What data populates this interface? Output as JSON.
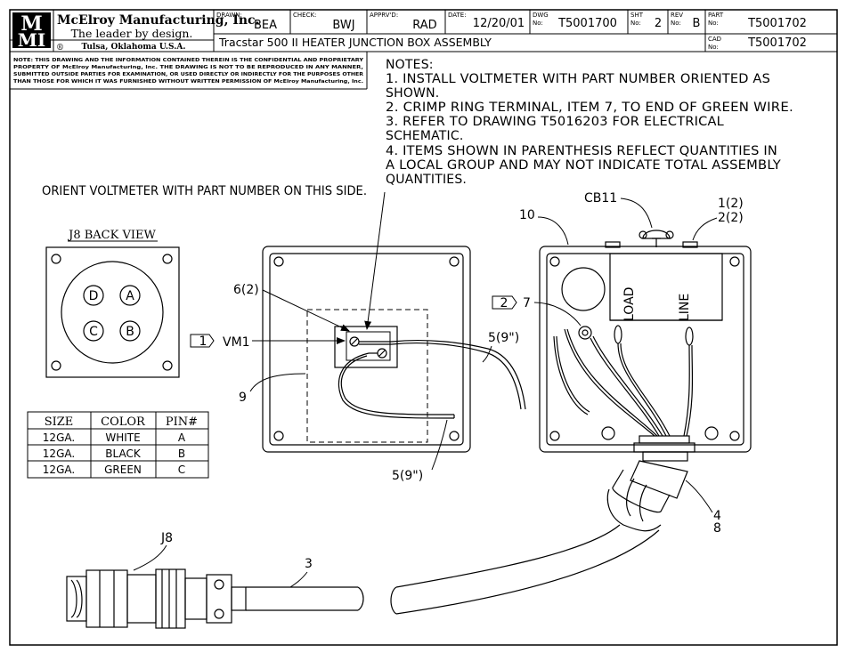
{
  "company": {
    "logo_text": "MMI",
    "name": "McElroy Manufacturing, Inc.",
    "tagline": "The leader by design.",
    "registered": "®",
    "location": "Tulsa, Oklahoma U.S.A."
  },
  "title_block": {
    "drawn_label": "DRAWN:",
    "drawn_value": "BEA",
    "check_label": "CHECK:",
    "check_value": "BWJ",
    "apprvd_label": "APPRV'D:",
    "apprvd_value": "RAD",
    "date_label": "DATE:",
    "date_value": "12/20/01",
    "dwg_label_1": "DWG",
    "dwg_label_2": "No:",
    "dwg_value": "T5001700",
    "sht_label_1": "SHT",
    "sht_label_2": "No:",
    "sht_value": "2",
    "rev_label_1": "REV",
    "rev_label_2": "No:",
    "rev_value": "B",
    "part_label_1": "PART",
    "part_label_2": "No:",
    "part_value": "T5001702",
    "cad_label_1": "CAD",
    "cad_label_2": "No:",
    "cad_value": "T5001702",
    "title": "Tracstar 500 II   HEATER JUNCTION BOX ASSEMBLY"
  },
  "confidential": [
    "NOTE: THIS DRAWING AND THE INFORMATION CONTAINED THEREIN IS THE CONFIDENTIAL AND PROPRIETARY",
    "PROPERTY OF McElroy Manufacturing, Inc. THE DRAWING IS NOT TO BE REPRODUCED IN ANY MANNER,",
    "SUBMITTED OUTSIDE PARTIES FOR EXAMINATION, OR USED DIRECTLY OR INDIRECTLY FOR THE PURPOSES OTHER",
    "THAN THOSE FOR WHICH IT WAS FURNISHED WITHOUT WRITTEN PERMISSION OF McElroy Manufacturing, Inc."
  ],
  "notes": {
    "heading": "NOTES:",
    "lines": [
      "1. INSTALL VOLTMETER WITH PART NUMBER ORIENTED AS",
      "SHOWN.",
      "2. CRIMP RING TERMINAL, ITEM 7, TO END OF GREEN WIRE.",
      "3. REFER TO DRAWING T5016203 FOR ELECTRICAL",
      "SCHEMATIC.",
      "4. ITEMS SHOWN IN PARENTHESIS REFLECT QUANTITIES IN",
      "A LOCAL GROUP AND MAY NOT INDICATE TOTAL ASSEMBLY",
      "QUANTITIES."
    ]
  },
  "callouts": {
    "orient": "ORIENT VOLTMETER WITH PART NUMBER ON THIS SIDE.",
    "j8_back_view": "J8 BACK VIEW",
    "vm1": "VM1",
    "vm1_flag": "1",
    "item7_flag": "2",
    "item7": "7",
    "item6": "6(2)",
    "item9": "9",
    "item5_upper": "5(9\")",
    "item5_lower": "5(9\")",
    "item10": "10",
    "cb11": "CB11",
    "item1": "1(2)",
    "item2": "2(2)",
    "load": "LOAD",
    "line": "LINE",
    "item4": "4",
    "item8": "8",
    "item3": "3",
    "j8": "J8"
  },
  "pins": [
    "D",
    "A",
    "C",
    "B"
  ],
  "wire_table": {
    "headers": [
      "SIZE",
      "COLOR",
      "PIN#"
    ],
    "rows": [
      [
        "12GA.",
        "WHITE",
        "A"
      ],
      [
        "12GA.",
        "BLACK",
        "B"
      ],
      [
        "12GA.",
        "GREEN",
        "C"
      ]
    ]
  }
}
